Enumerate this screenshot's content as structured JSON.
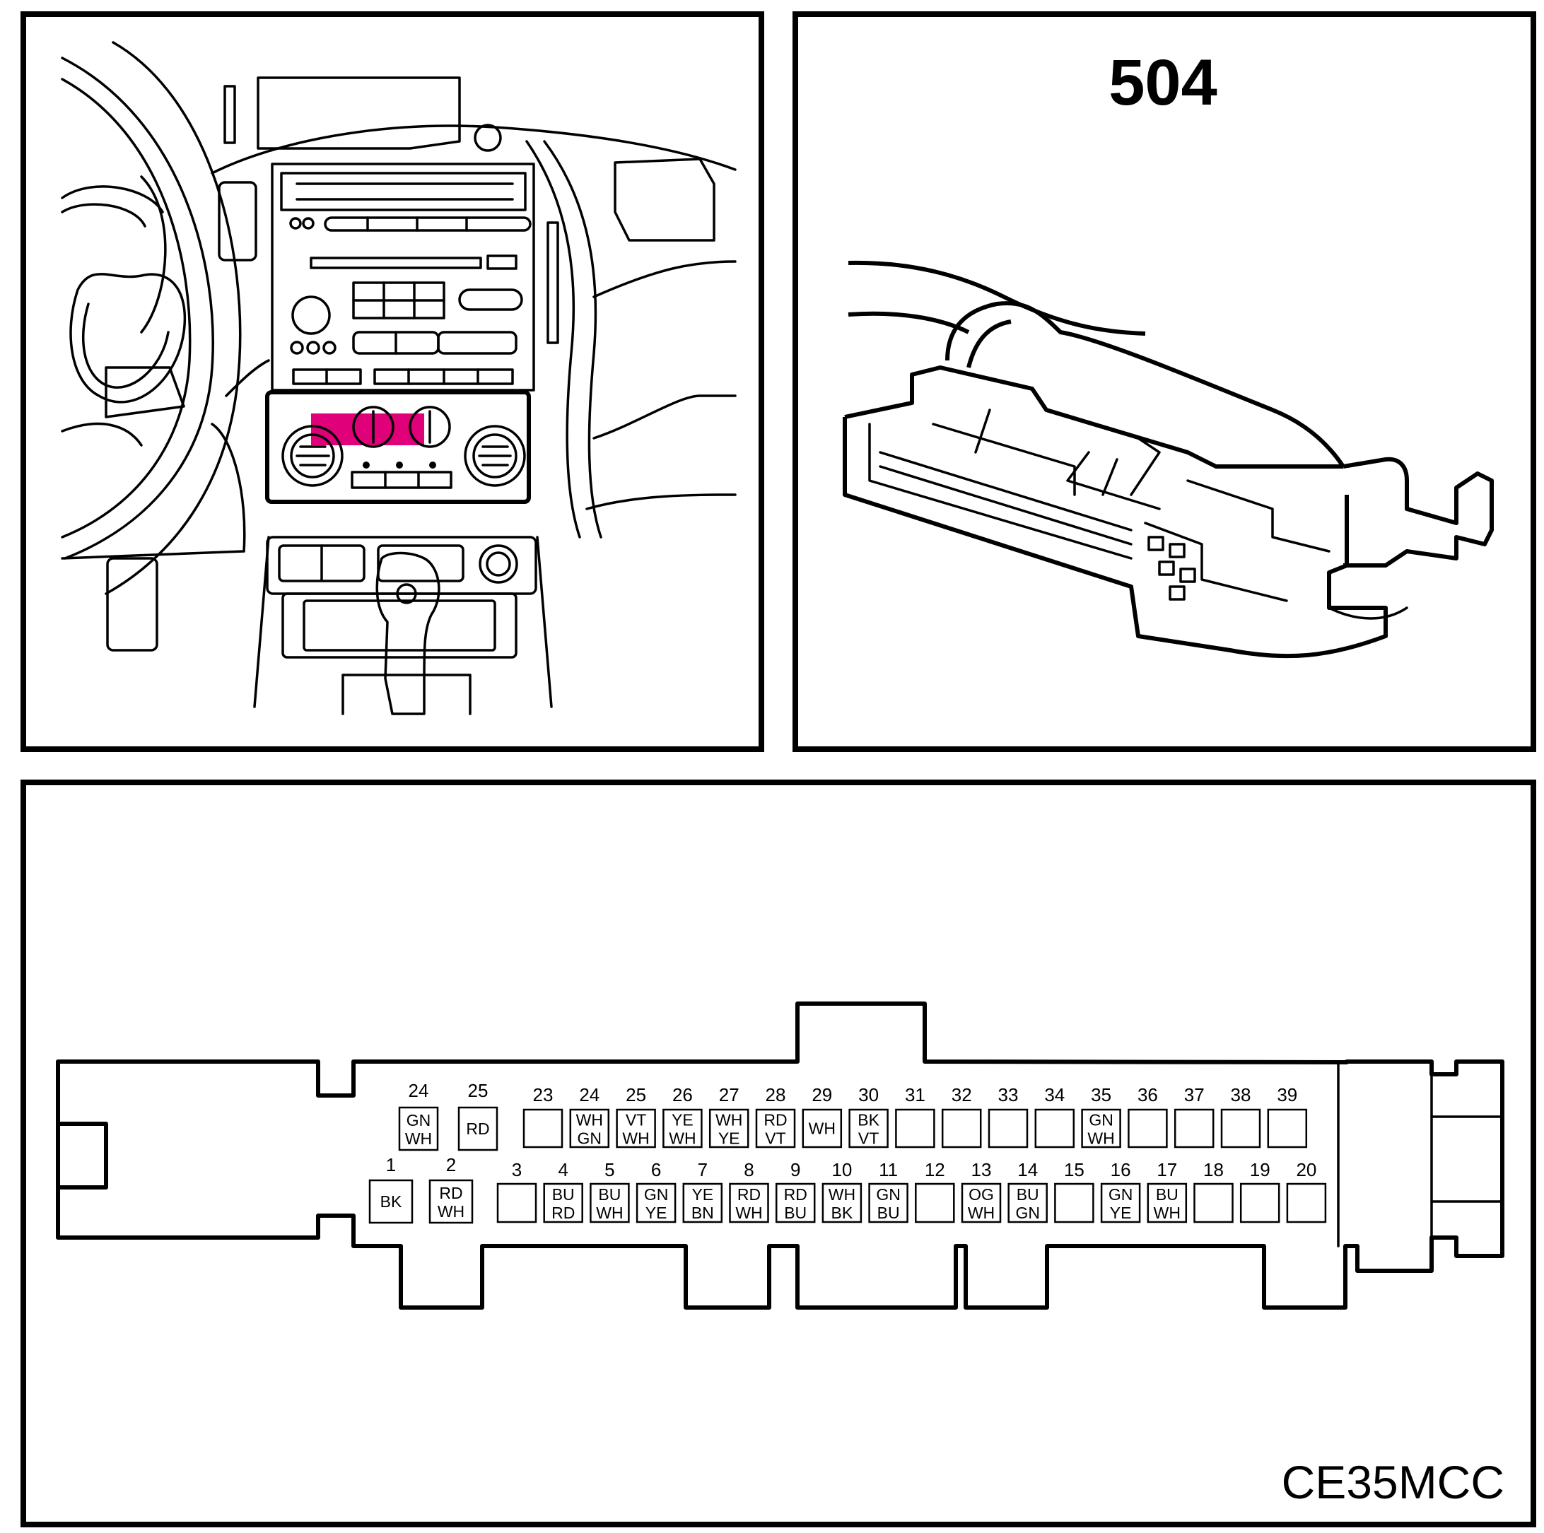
{
  "connector": {
    "id": "504",
    "reference": "CE35MCC"
  },
  "colors": {
    "line": "#000000",
    "highlight": "#e0007a",
    "background": "#ffffff"
  },
  "icons": {
    "dashboard": "dashboard-location-drawing",
    "connector": "connector-perspective-drawing"
  },
  "pins": {
    "upper": [
      {
        "num": "24",
        "codes": [
          "GN",
          "WH"
        ]
      },
      {
        "num": "25",
        "codes": [
          "RD"
        ]
      },
      {
        "num": "23",
        "codes": []
      },
      {
        "num": "24",
        "codes": [
          "WH",
          "GN"
        ]
      },
      {
        "num": "25",
        "codes": [
          "VT",
          "WH"
        ]
      },
      {
        "num": "26",
        "codes": [
          "YE",
          "WH"
        ]
      },
      {
        "num": "27",
        "codes": [
          "WH",
          "YE"
        ]
      },
      {
        "num": "28",
        "codes": [
          "RD",
          "VT"
        ]
      },
      {
        "num": "29",
        "codes": [
          "WH"
        ]
      },
      {
        "num": "30",
        "codes": [
          "BK",
          "VT"
        ]
      },
      {
        "num": "31",
        "codes": []
      },
      {
        "num": "32",
        "codes": []
      },
      {
        "num": "33",
        "codes": []
      },
      {
        "num": "34",
        "codes": []
      },
      {
        "num": "35",
        "codes": [
          "GN",
          "WH"
        ]
      },
      {
        "num": "36",
        "codes": []
      },
      {
        "num": "37",
        "codes": []
      },
      {
        "num": "38",
        "codes": []
      },
      {
        "num": "39",
        "codes": []
      }
    ],
    "lower": [
      {
        "num": "1",
        "codes": [
          "BK"
        ]
      },
      {
        "num": "2",
        "codes": [
          "RD",
          "WH"
        ]
      },
      {
        "num": "3",
        "codes": []
      },
      {
        "num": "4",
        "codes": [
          "BU",
          "RD"
        ]
      },
      {
        "num": "5",
        "codes": [
          "BU",
          "WH"
        ]
      },
      {
        "num": "6",
        "codes": [
          "GN",
          "YE"
        ]
      },
      {
        "num": "7",
        "codes": [
          "YE",
          "BN"
        ]
      },
      {
        "num": "8",
        "codes": [
          "RD",
          "WH"
        ]
      },
      {
        "num": "9",
        "codes": [
          "RD",
          "BU"
        ]
      },
      {
        "num": "10",
        "codes": [
          "WH",
          "BK"
        ]
      },
      {
        "num": "11",
        "codes": [
          "GN",
          "BU"
        ]
      },
      {
        "num": "12",
        "codes": []
      },
      {
        "num": "13",
        "codes": [
          "OG",
          "WH"
        ]
      },
      {
        "num": "14",
        "codes": [
          "BU",
          "GN"
        ]
      },
      {
        "num": "15",
        "codes": []
      },
      {
        "num": "16",
        "codes": [
          "GN",
          "YE"
        ]
      },
      {
        "num": "17",
        "codes": [
          "BU",
          "WH"
        ]
      },
      {
        "num": "18",
        "codes": []
      },
      {
        "num": "19",
        "codes": []
      },
      {
        "num": "20",
        "codes": []
      }
    ]
  }
}
